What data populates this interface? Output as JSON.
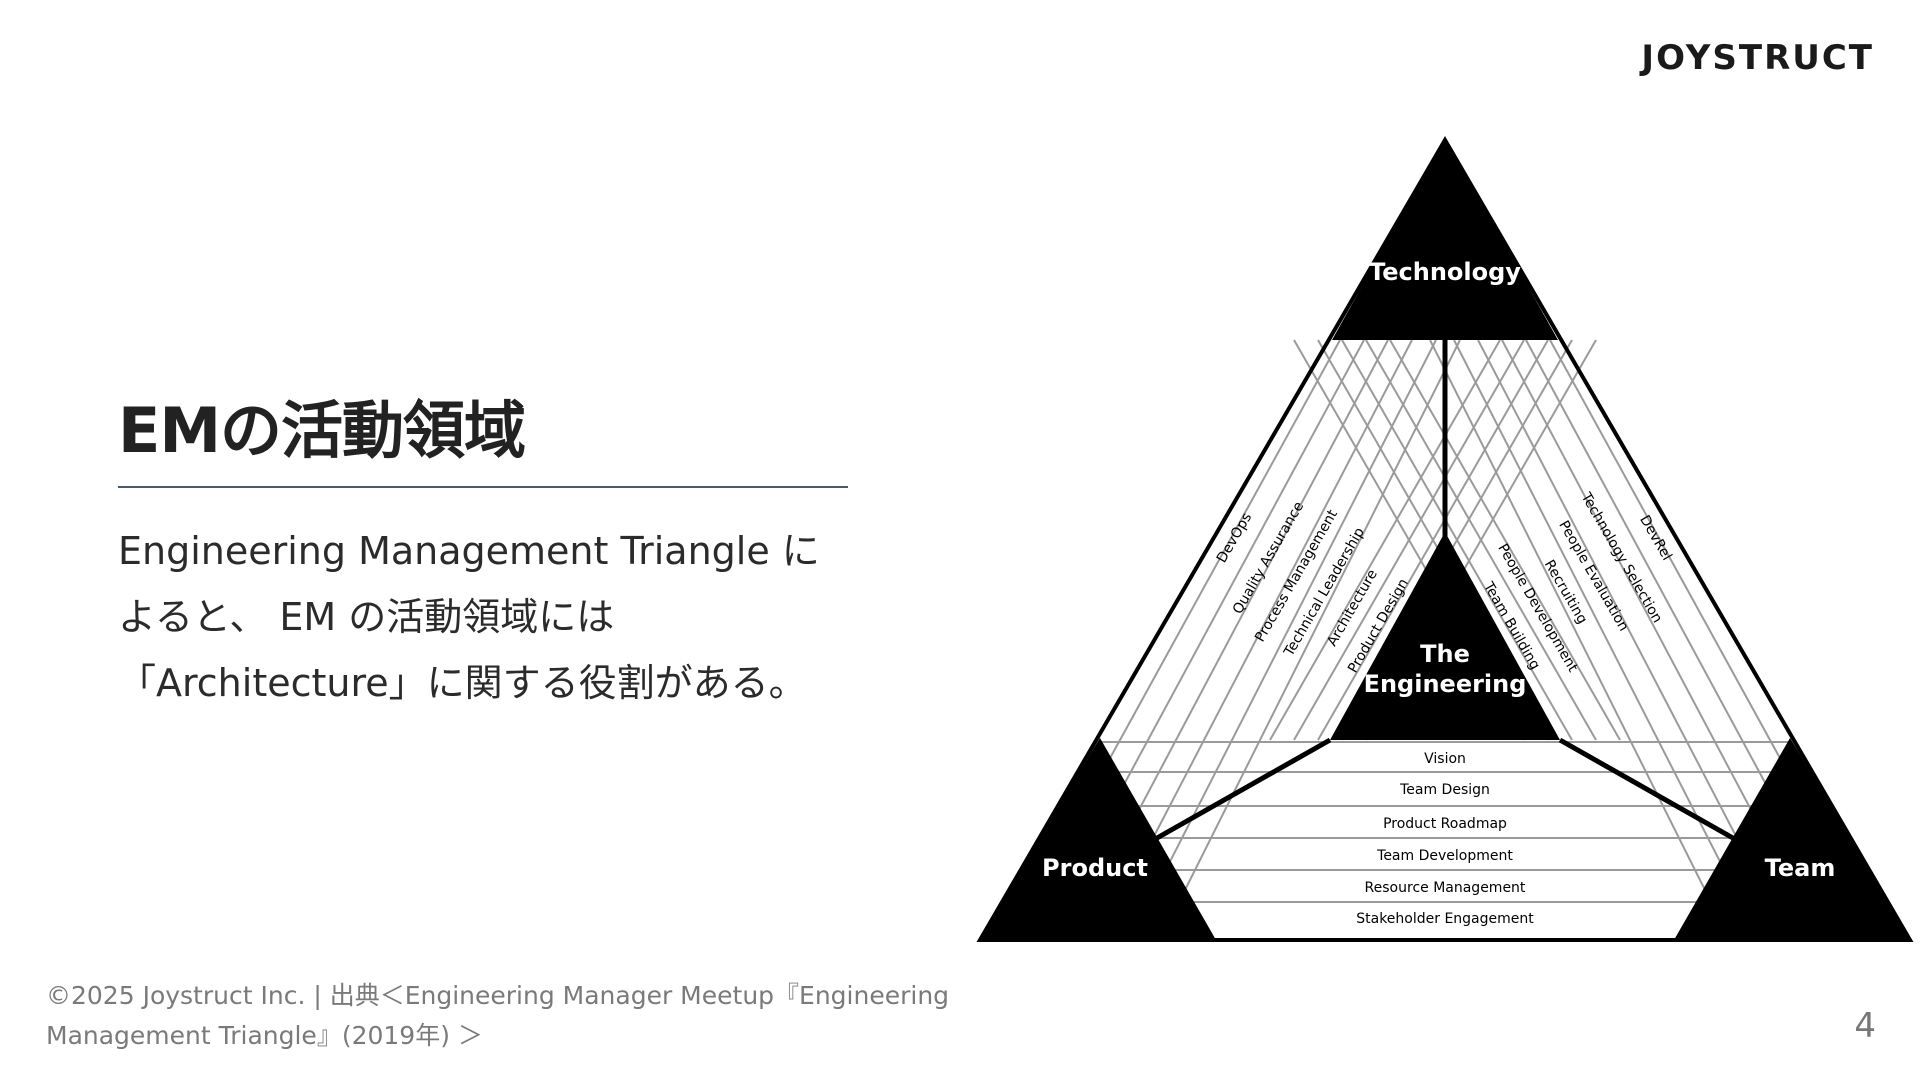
{
  "brand": {
    "logo": "JOYSTRUCT"
  },
  "slide": {
    "title": "EMの活動領域",
    "body_lines": [
      "Engineering Management Triangle に",
      "よると、 EM の活動領域には",
      "「Architecture」に関する役割がある。"
    ],
    "page_number": "4"
  },
  "footer": {
    "lines": [
      "©2025 Joystruct Inc. | 出典＜Engineering Manager Meetup『Engineering",
      "Management Triangle』(2019年) ＞"
    ]
  },
  "diagram": {
    "corners": {
      "top": "Technology",
      "left": "Product",
      "right": "Team"
    },
    "center_line1": "The",
    "center_line2": "Engineering",
    "left_side_items": [
      "DevOps",
      "Quality Assurance",
      "Process Management",
      "Technical Leadership",
      "Architecture",
      "Product Design"
    ],
    "right_side_items": [
      "DevRel",
      "Technology Selection",
      "People Evaluation",
      "Recruiting",
      "People Development",
      "Team Building"
    ],
    "bottom_items": [
      "Vision",
      "Team Design",
      "Product Roadmap",
      "Team Development",
      "Resource Management",
      "Stakeholder Engagement"
    ]
  }
}
